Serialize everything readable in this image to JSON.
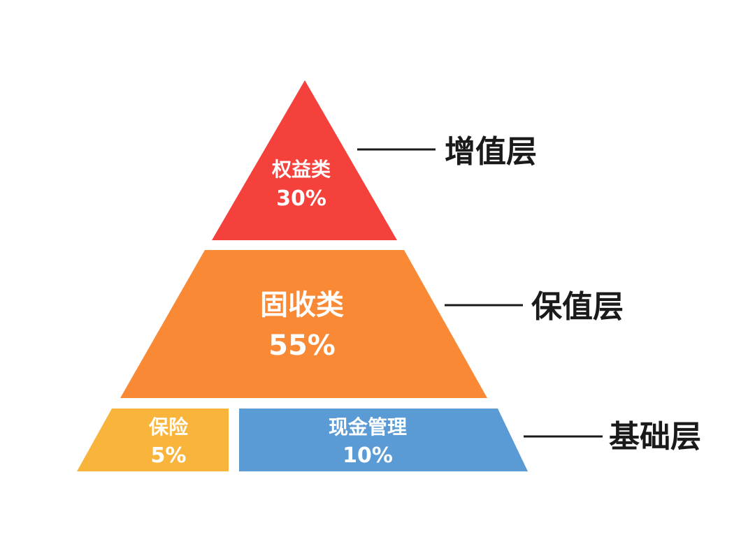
{
  "pyramid": {
    "top": {
      "name": "权益类",
      "value": "30%",
      "color": "#f4413c",
      "layer": "增值层"
    },
    "middle": {
      "name": "固收类",
      "value": "55%",
      "color": "#f98935",
      "layer": "保值层"
    },
    "bottom": {
      "layer": "基础层",
      "segments": [
        {
          "name": "保险",
          "value": "5%",
          "color": "#f9b43c"
        },
        {
          "name": "现金管理",
          "value": "10%",
          "color": "#5b9bd5"
        }
      ]
    }
  },
  "connector_color": "#1a1a1a"
}
